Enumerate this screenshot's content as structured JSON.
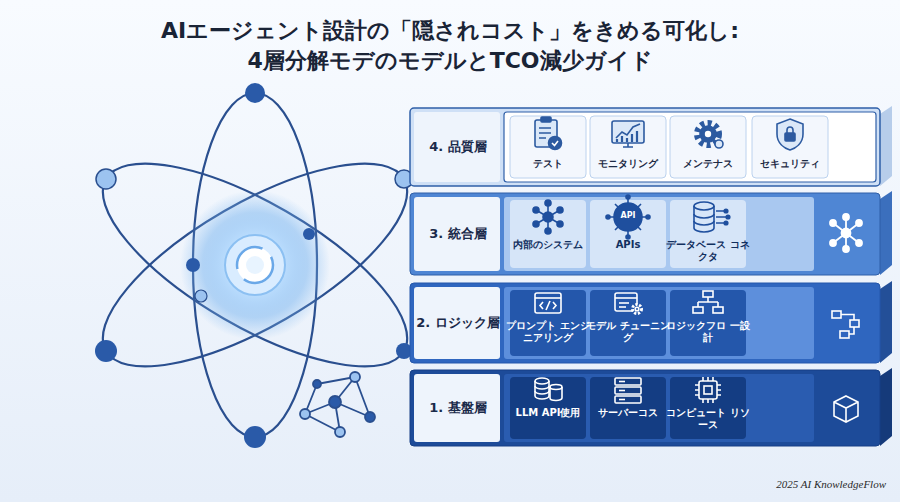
{
  "diagram": {
    "title": "AIエージェント設計の「隠されコスト」をきめる可化し: 4層分解モデのモデルとTCO減少ガイド",
    "nodes": [
      {
        "text": [
          "4. 品質層"
        ]
      },
      {
        "text": [
          "テスト"
        ],
        "in": 0
      },
      {
        "text": [
          "モニタリング"
        ],
        "in": 0
      },
      {
        "text": [
          "メンテナス"
        ],
        "in": 0
      },
      {
        "text": [
          "セキュリティ"
        ],
        "in": 0
      },
      {
        "text": [
          "3. 統合層"
        ]
      },
      {
        "text": [
          "内部のシステム"
        ],
        "in": 5
      },
      {
        "text": [
          "APIs"
        ],
        "in": 5
      },
      {
        "text": [
          "データベース コネクタ"
        ],
        "in": 5
      },
      {
        "text": [
          "2. ロジック層"
        ]
      },
      {
        "text": [
          "プロンプト エンジニアリング"
        ],
        "in": 9
      },
      {
        "text": [
          "モデル チューニング"
        ],
        "in": 9
      },
      {
        "text": [
          "ロジックフロ 一設計"
        ],
        "in": 9
      },
      {
        "text": [
          "1. 基盤層"
        ]
      },
      {
        "text": [
          "LLM API使用"
        ],
        "in": 13
      },
      {
        "text": [
          "サーバーコス"
        ],
        "in": 13
      },
      {
        "text": [
          "コンピュート リソース"
        ],
        "in": 13
      }
    ],
    "labels": [
      "API",
      "2025 AI KnowledgeFlow"
    ]
  }
}
